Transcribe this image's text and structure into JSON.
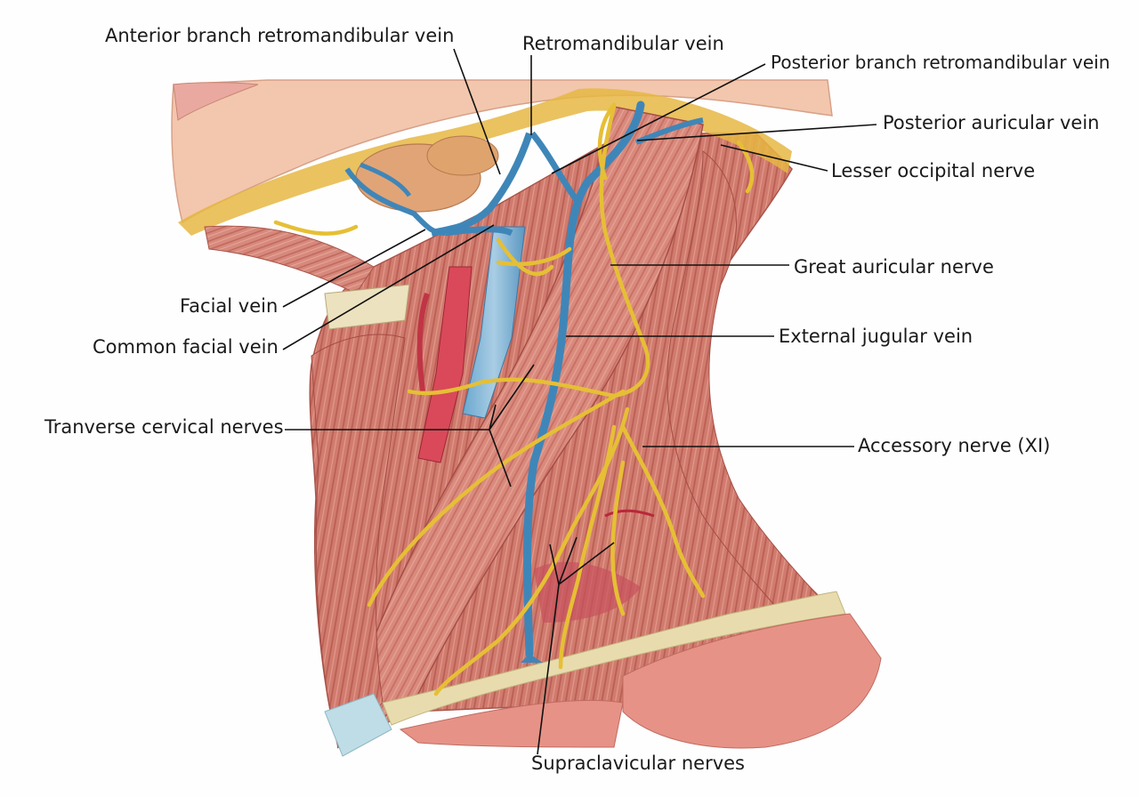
{
  "labels": {
    "anterior_branch_retromandibular_vein": "Anterior branch retromandibular vein",
    "retromandibular_vein": "Retromandibular vein",
    "posterior_branch_retromandibular_vein": "Posterior branch retromandibular vein",
    "posterior_auricular_vein": "Posterior auricular vein",
    "lesser_occipital_nerve": "Lesser occipital nerve",
    "great_auricular_nerve": "Great auricular nerve",
    "facial_vein": "Facial vein",
    "common_facial_vein": "Common facial vein",
    "external_jugular_vein": "External jugular vein",
    "tranverse_cervical_nerves": "Tranverse cervical nerves",
    "accessory_nerve": "Accessory nerve (XI)",
    "supraclavicular_nerves": "Supraclavicular nerves"
  },
  "colors": {
    "background": "#fefefe",
    "muscle": "#d9877a",
    "muscle_dark": "#b8584e",
    "skin": "#f0c2a8",
    "fascia": "#e8dcae",
    "vein": "#3f86b8",
    "nerve": "#e9c23a",
    "artery": "#c9384a",
    "leader_line": "#111111"
  }
}
